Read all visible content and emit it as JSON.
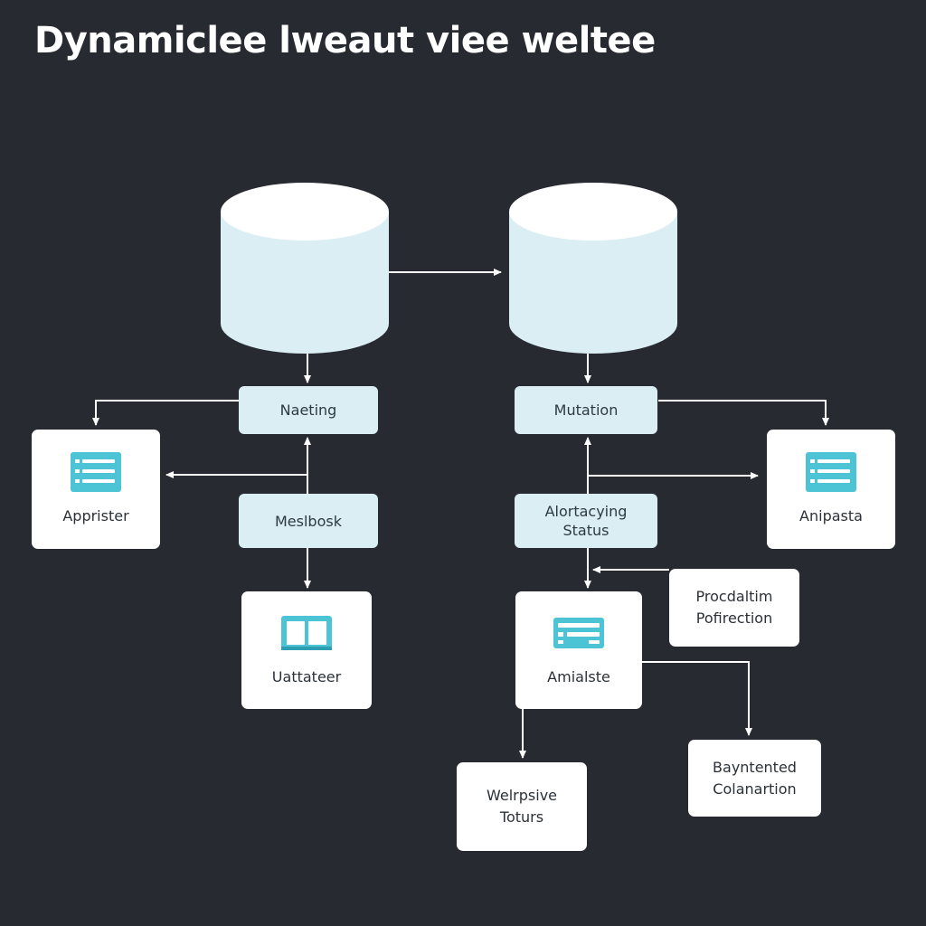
{
  "title": "Dynamiclee lweaut viee weltee",
  "colors": {
    "background": "#272b31",
    "cylinder": "#daeef3",
    "pill": "#daeef3",
    "card": "#ffffff",
    "icon_accent": "#4cc4d6",
    "connector": "#ffffff"
  },
  "pills": {
    "naeting": "Naeting",
    "mutation": "Mutation",
    "meslbosk": "Meslbosk",
    "alortacying_line1": "Alortacying",
    "alortacying_line2": "Status"
  },
  "cards": {
    "apprister": {
      "label": "Apprister",
      "icon": "list-panel-icon"
    },
    "anipasta": {
      "label": "Anipasta",
      "icon": "list-panel-icon"
    },
    "uattateer": {
      "label": "Uattateer",
      "icon": "open-book-icon"
    },
    "amialste": {
      "label": "Amialste",
      "icon": "slider-panel-icon"
    },
    "procdaltim": {
      "line1": "Procdaltim",
      "line2": "Pofirection"
    },
    "baynten": {
      "line1": "Bayntented",
      "line2": "Colanartion"
    },
    "welpsive": {
      "line1": "Welrpsive",
      "line2": "Toturs"
    }
  }
}
